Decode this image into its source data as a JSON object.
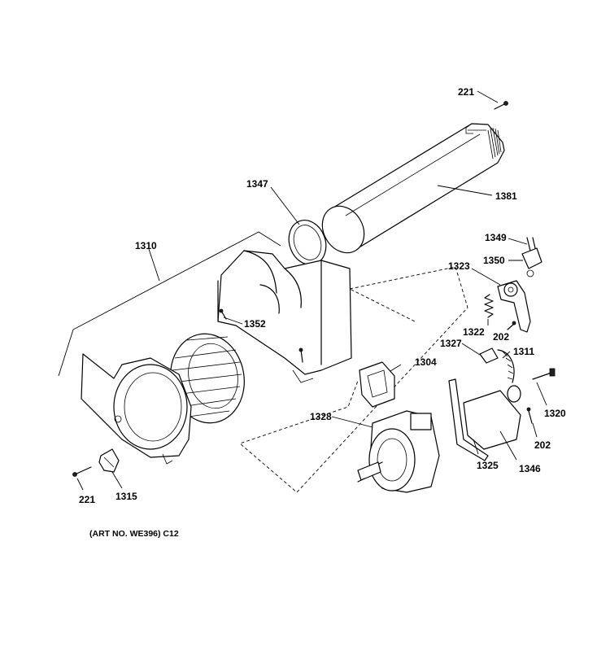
{
  "diagram": {
    "caption": "(ART NO. WE396) C12",
    "parts": [
      {
        "id": "p221a",
        "label": "221"
      },
      {
        "id": "p1381",
        "label": "1381"
      },
      {
        "id": "p1347",
        "label": "1347"
      },
      {
        "id": "p1310",
        "label": "1310"
      },
      {
        "id": "p1349",
        "label": "1349"
      },
      {
        "id": "p1350",
        "label": "1350"
      },
      {
        "id": "p1323",
        "label": "1323"
      },
      {
        "id": "p1352",
        "label": "1352"
      },
      {
        "id": "p1322",
        "label": "1322"
      },
      {
        "id": "p202a",
        "label": "202"
      },
      {
        "id": "p1327",
        "label": "1327"
      },
      {
        "id": "p1311",
        "label": "1311"
      },
      {
        "id": "p1304",
        "label": "1304"
      },
      {
        "id": "p1320",
        "label": "1320"
      },
      {
        "id": "p1328",
        "label": "1328"
      },
      {
        "id": "p202b",
        "label": "202"
      },
      {
        "id": "p1325",
        "label": "1325"
      },
      {
        "id": "p1346",
        "label": "1346"
      },
      {
        "id": "p221b",
        "label": "221"
      },
      {
        "id": "p1315",
        "label": "1315"
      }
    ]
  }
}
